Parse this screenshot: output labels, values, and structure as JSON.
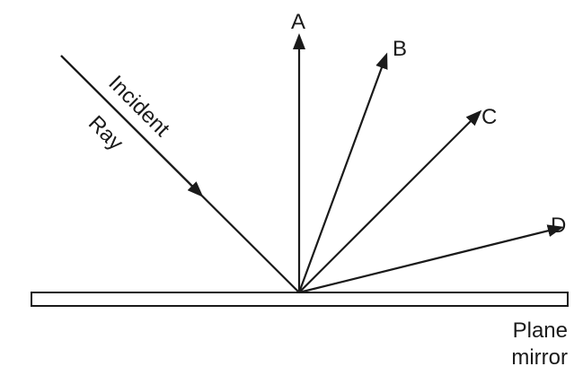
{
  "incident_ray": {
    "line1": "Incident",
    "line2": "Ray"
  },
  "reflected_rays": [
    {
      "label": "A"
    },
    {
      "label": "B"
    },
    {
      "label": "C"
    },
    {
      "label": "D"
    }
  ],
  "mirror": {
    "line1": "Plane",
    "line2": "mirror"
  }
}
